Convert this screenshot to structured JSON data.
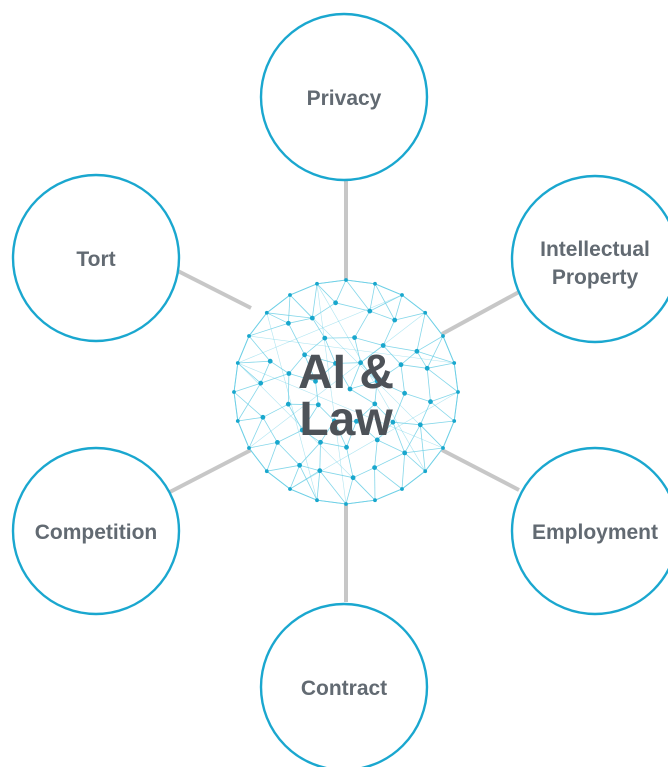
{
  "center": {
    "title_line1": "AI &",
    "title_line2": "Law"
  },
  "nodes": [
    {
      "id": "privacy",
      "lines": [
        "Privacy"
      ]
    },
    {
      "id": "intellectual-property",
      "lines": [
        "Intellectual",
        "Property"
      ]
    },
    {
      "id": "employment",
      "lines": [
        "Employment"
      ]
    },
    {
      "id": "contract",
      "lines": [
        "Contract"
      ]
    },
    {
      "id": "competition",
      "lines": [
        "Competition"
      ]
    },
    {
      "id": "tort",
      "lines": [
        "Tort"
      ]
    }
  ],
  "colors": {
    "circle_stroke": "#1aa7cf",
    "connector": "#c7c7c7",
    "node_text": "#626a72",
    "hub_text": "#4d5258",
    "network_line": "#6fd0e6",
    "network_dot": "#19a7cd"
  }
}
